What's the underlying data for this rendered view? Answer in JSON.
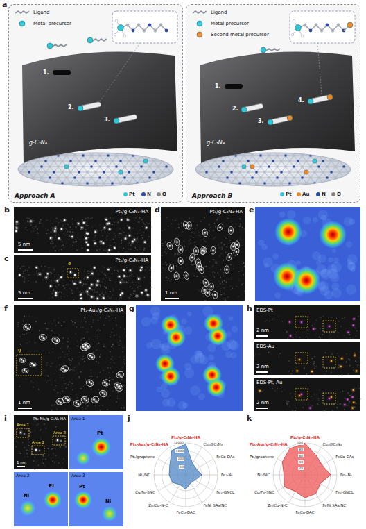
{
  "diagram": {
    "nodes": [
      {
        "text": [
          "Approach A"
        ]
      },
      {
        "text": [
          "Approach B"
        ]
      },
      {
        "text": [
          "Pt₁/g-C₃N₄-HA",
          "5 nm"
        ]
      },
      {
        "text": [
          "Pt₁/g-C₃N₄-HA",
          "e",
          "5 nm"
        ]
      },
      {
        "text": [
          "Pt₁/g-C₃N₄-HA",
          "1 nm"
        ]
      },
      {
        "text": [
          "Pt₁-Au₁/g-C₃N₄-HA",
          "g",
          "1 nm"
        ]
      },
      {
        "text": [
          "EDS-Pt",
          "2 nm"
        ]
      },
      {
        "text": [
          "EDS-Au",
          "2 nm"
        ]
      },
      {
        "text": [
          "EDS-Pt, Au",
          "2 nm"
        ]
      },
      {
        "text": [
          "Pt₁-Ni₁/g-C₃N₄-HA",
          "Area 1",
          "Area 2",
          "Area 3",
          "1 nm"
        ]
      },
      {
        "text": [
          "Area 1",
          "Pt"
        ]
      },
      {
        "text": [
          "Area 2",
          "Ni",
          "Pt"
        ]
      },
      {
        "text": [
          "Area 3",
          "Pt",
          "Ni"
        ]
      }
    ],
    "labels": [
      "a",
      "1.",
      "2.",
      "3.",
      "g-C₃N₄",
      "1.",
      "2.",
      "3.",
      "4.",
      "g-C₃N₄",
      "b",
      "c",
      "d",
      "e",
      "f",
      "g",
      "h",
      "i",
      "j",
      "k",
      "Pt₁/g-C₃N₄-HA",
      "Cu₂@C₃N₄",
      "FeCo-DAs",
      "Fe₂-N₆",
      "Fe₂-GNCL",
      "FeNi SAs/NC",
      "FeCu-DAC",
      "Zn/Co-N-C",
      "Co/Fe-SNC",
      "Ni₂/NC",
      "Pt₂/graphene",
      "Pt₁-Au₁/g-C₃N₄-HA",
      "10000",
      "1000",
      "100",
      "10",
      "Pt₁/g-C₃N₄-HA",
      "Cu₂@C₃N₄",
      "FeCo-DAs",
      "Fe₂-N₆",
      "Fe₂-GNCL",
      "FeNi SAs/NC",
      "FeCu-DAC",
      "Zn/Co-N-C",
      "Co/Fe-SNC",
      "Ni₂/NC",
      "Pt₂/graphene",
      "Pt₁-Au₁/g-C₃N₄-HA",
      "100",
      "80",
      "60",
      "40",
      "20"
    ],
    "legend": [
      {
        "text": "Ligand"
      },
      {
        "text": "Metal precursor"
      },
      {
        "text": "Pt",
        "color": "#35c6d6"
      },
      {
        "text": "N",
        "color": "#2b4aa0"
      },
      {
        "text": "O",
        "color": "#8a8a8a"
      },
      {
        "text": "Ligand"
      },
      {
        "text": "Metal precursor"
      },
      {
        "text": "Second metal precursor"
      },
      {
        "text": "Pt",
        "color": "#35c6d6"
      },
      {
        "text": "Au",
        "color": "#e8892e"
      },
      {
        "text": "N",
        "color": "#2b4aa0"
      },
      {
        "text": "O",
        "color": "#8a8a8a"
      }
    ]
  }
}
